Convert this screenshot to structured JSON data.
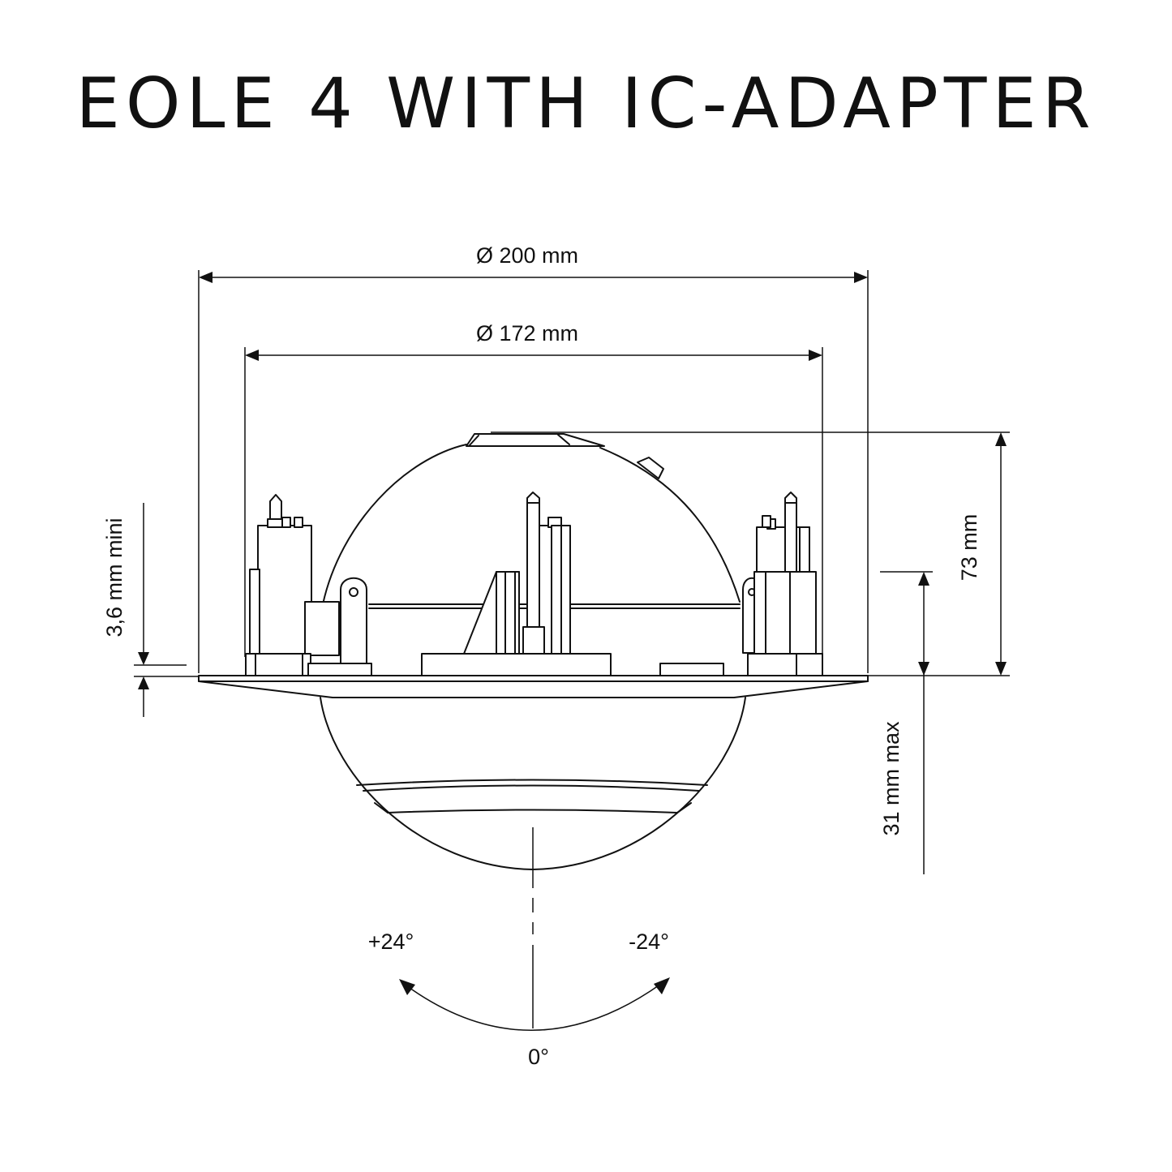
{
  "title": "EOLE 4 WITH IC-ADAPTER",
  "dimensions": {
    "outer_diameter": "Ø 200 mm",
    "inner_diameter": "Ø 172 mm",
    "height": "73 mm",
    "flange_thickness": "3,6 mm mini",
    "protrusion": "31 mm max"
  },
  "tilt": {
    "plus": "+24°",
    "minus": "-24°",
    "center": "0°"
  },
  "colors": {
    "line": "#111111",
    "background": "#ffffff"
  }
}
